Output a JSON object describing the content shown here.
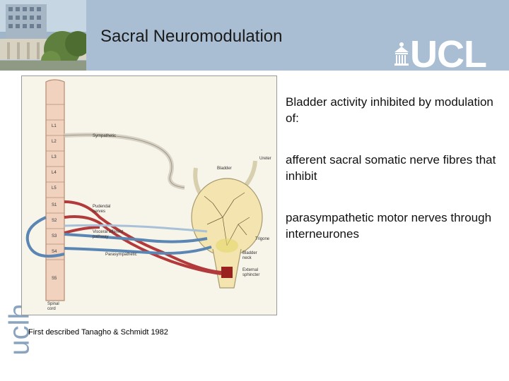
{
  "slide": {
    "title": "Sacral Neuromodulation",
    "logo_text": "UCL",
    "side_logo_text": "uclh",
    "bullets": [
      "Bladder activity inhibited by modulation of:",
      "afferent sacral somatic nerve fibres that inhibit",
      "parasympathetic motor nerves through interneurones"
    ],
    "caption": "First described Tanagho & Schmidt 1982"
  },
  "figure": {
    "spinal_levels": [
      "L1",
      "L2",
      "L3",
      "L4",
      "L5",
      "S1",
      "S2",
      "S3",
      "S4",
      "S5"
    ],
    "labels": {
      "sympathetic": "Sympathetic",
      "pudendal": "Pudendal\nnerves",
      "visceral": "Visceral afferent\npathway",
      "parasympathetic": "Parasympathetic",
      "bladder": "Bladder",
      "ureter": "Ureter",
      "trigone": "Trigone",
      "bladder_neck": "Bladder\nneck",
      "external_sphincter": "External\nsphincter",
      "spinal_cord": "Spinal\ncord"
    }
  },
  "colors": {
    "header_bg": "#a9bed3",
    "nerve_red": "#b23a3a",
    "nerve_blue": "#5b86b4",
    "cord": "#f0d2bf",
    "bladder": "#f3e4b0"
  }
}
